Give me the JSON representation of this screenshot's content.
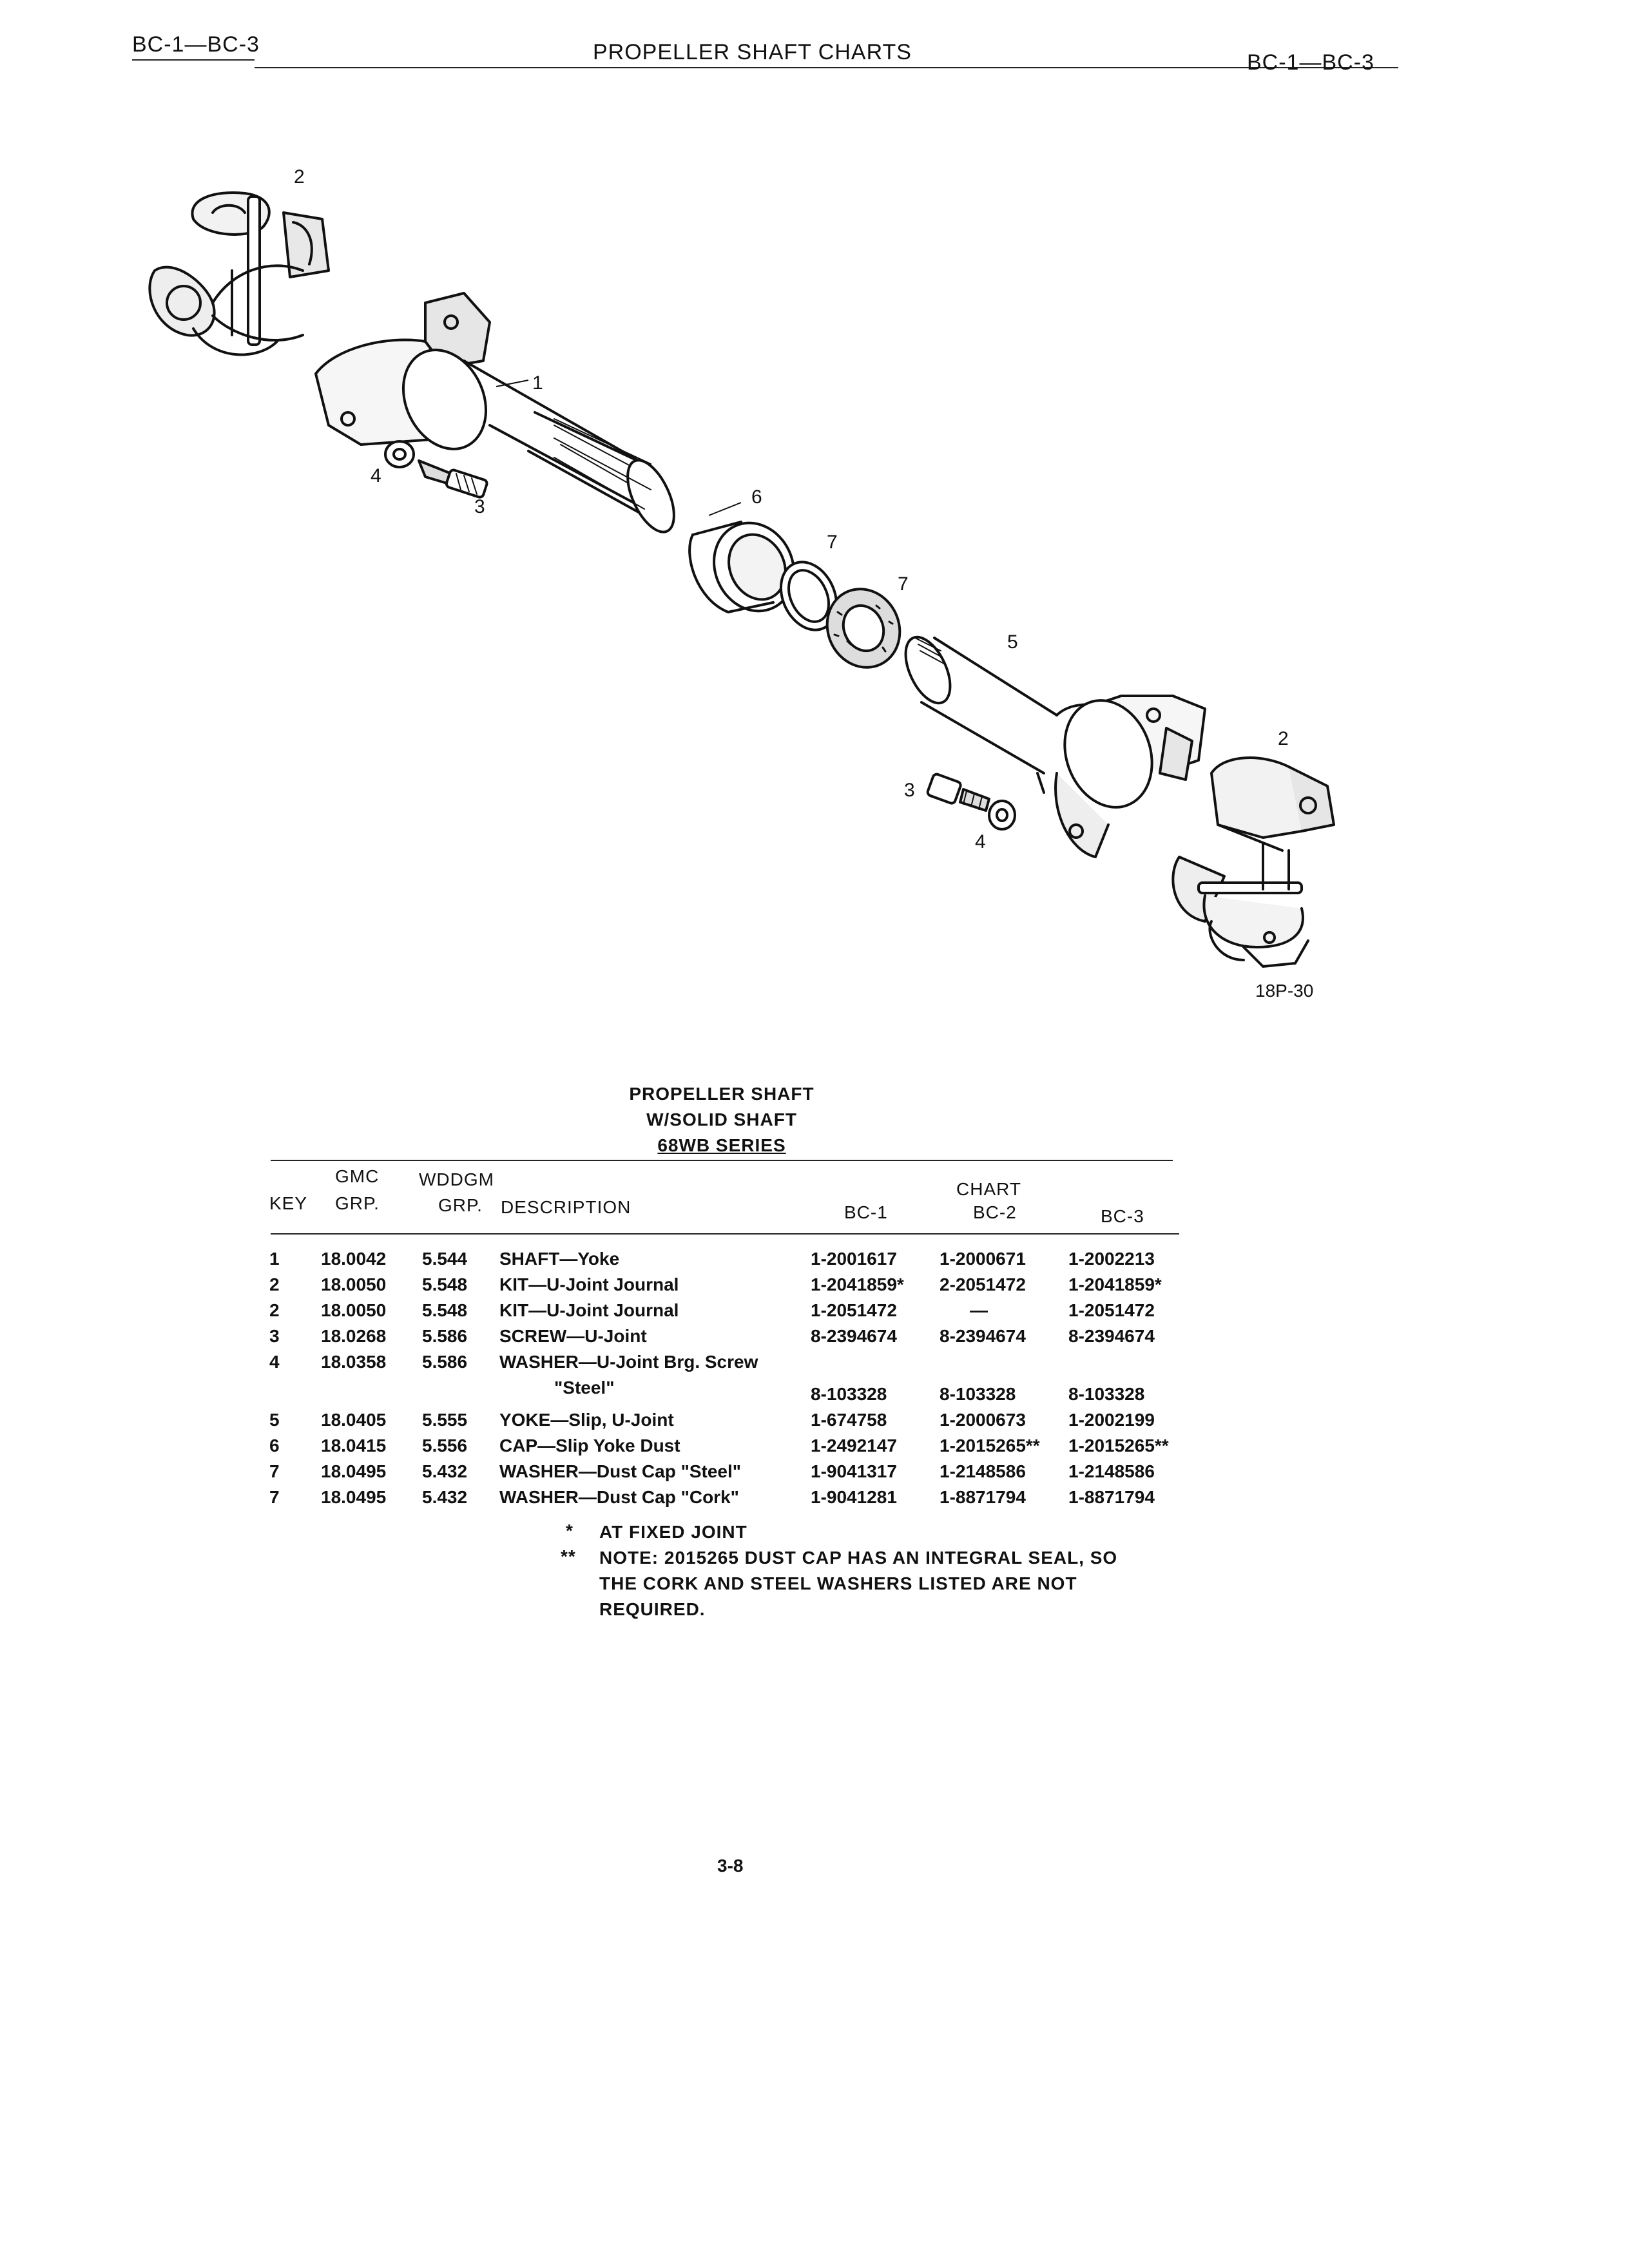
{
  "header": {
    "left": "BC-1—BC-3",
    "center": "PROPELLER SHAFT CHARTS",
    "right": "BC-1—BC-3"
  },
  "figure": {
    "callouts": [
      "2",
      "1",
      "4",
      "3",
      "6",
      "7",
      "7",
      "5",
      "2",
      "3",
      "4"
    ],
    "code": "18P-30"
  },
  "table": {
    "title": [
      "PROPELLER SHAFT",
      "W/SOLID SHAFT",
      "68WB SERIES"
    ],
    "headers": {
      "key": "KEY",
      "gmc_top": "GMC",
      "gmc_bottom": "GRP.",
      "wddgm_top": "WDDGM",
      "wddgm_bottom": "GRP.",
      "description": "DESCRIPTION",
      "chart": "CHART",
      "bc1": "BC-1",
      "bc2": "BC-2",
      "bc3": "BC-3"
    },
    "rows": [
      {
        "key": "1",
        "gmc": "18.0042",
        "wddgm": "5.544",
        "desc": "SHAFT—Yoke",
        "bc1": "1-2001617",
        "bc2": "1-2000671",
        "bc3": "1-2002213"
      },
      {
        "key": "2",
        "gmc": "18.0050",
        "wddgm": "5.548",
        "desc": "KIT—U-Joint Journal",
        "bc1": "1-2041859*",
        "bc2": "2-2051472",
        "bc3": "1-2041859*"
      },
      {
        "key": "2",
        "gmc": "18.0050",
        "wddgm": "5.548",
        "desc": "KIT—U-Joint Journal",
        "bc1": "1-2051472",
        "bc2": "—",
        "bc3": "1-2051472"
      },
      {
        "key": "3",
        "gmc": "18.0268",
        "wddgm": "5.586",
        "desc": "SCREW—U-Joint",
        "bc1": "8-2394674",
        "bc2": "8-2394674",
        "bc3": "8-2394674"
      },
      {
        "key": "4",
        "gmc": "18.0358",
        "wddgm": "5.586",
        "desc": "WASHER—U-Joint Brg. Screw",
        "bc1": "",
        "bc2": "",
        "bc3": ""
      },
      {
        "key": "",
        "gmc": "",
        "wddgm": "",
        "desc": "\"Steel\"",
        "bc1": "8-103328",
        "bc2": "8-103328",
        "bc3": "8-103328"
      },
      {
        "key": "5",
        "gmc": "18.0405",
        "wddgm": "5.555",
        "desc": "YOKE—Slip, U-Joint",
        "bc1": "1-674758",
        "bc2": "1-2000673",
        "bc3": "1-2002199"
      },
      {
        "key": "6",
        "gmc": "18.0415",
        "wddgm": "5.556",
        "desc": "CAP—Slip Yoke Dust",
        "bc1": "1-2492147",
        "bc2": "1-2015265**",
        "bc3": "1-2015265**"
      },
      {
        "key": "7",
        "gmc": "18.0495",
        "wddgm": "5.432",
        "desc": "WASHER—Dust Cap \"Steel\"",
        "bc1": "1-9041317",
        "bc2": "1-2148586",
        "bc3": "1-2148586"
      },
      {
        "key": "7",
        "gmc": "18.0495",
        "wddgm": "5.432",
        "desc": "WASHER—Dust Cap \"Cork\"",
        "bc1": "1-9041281",
        "bc2": "1-8871794",
        "bc3": "1-8871794"
      }
    ],
    "notes": [
      {
        "mark": "*",
        "text": "AT FIXED JOINT"
      },
      {
        "mark": "**",
        "text": "NOTE:  2015265 DUST CAP HAS AN INTEGRAL SEAL, SO"
      },
      {
        "mark": "",
        "text": "THE CORK AND STEEL WASHERS LISTED ARE NOT"
      },
      {
        "mark": "",
        "text": "REQUIRED."
      }
    ]
  },
  "footer": {
    "page": "3-8"
  }
}
